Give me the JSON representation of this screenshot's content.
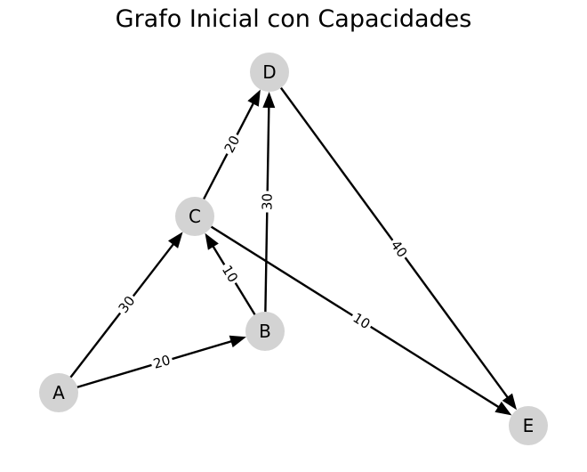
{
  "title": "Grafo Inicial con Capacidades",
  "colors": {
    "node_fill": "#d3d3d3",
    "edge_stroke": "#000000",
    "label_bg": "#ffffff",
    "text": "#000000"
  },
  "nodes": [
    {
      "id": "A",
      "label": "A"
    },
    {
      "id": "B",
      "label": "B"
    },
    {
      "id": "C",
      "label": "C"
    },
    {
      "id": "D",
      "label": "D"
    },
    {
      "id": "E",
      "label": "E"
    }
  ],
  "edges": [
    {
      "from": "A",
      "to": "C",
      "capacity": "30"
    },
    {
      "from": "A",
      "to": "B",
      "capacity": "20"
    },
    {
      "from": "B",
      "to": "C",
      "capacity": "10"
    },
    {
      "from": "B",
      "to": "D",
      "capacity": "30"
    },
    {
      "from": "C",
      "to": "D",
      "capacity": "20"
    },
    {
      "from": "C",
      "to": "E",
      "capacity": "10"
    },
    {
      "from": "D",
      "to": "E",
      "capacity": "40"
    }
  ]
}
